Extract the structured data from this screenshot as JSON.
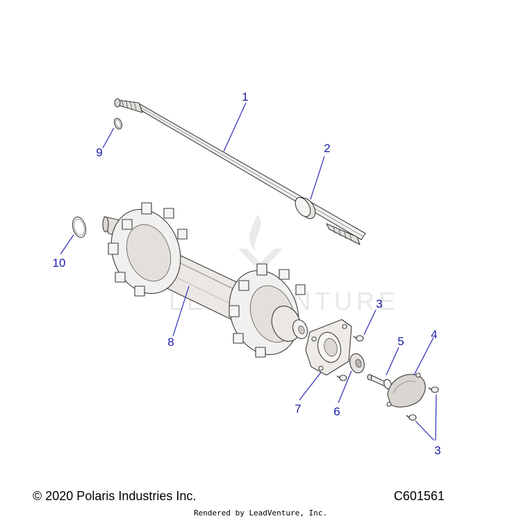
{
  "callouts": {
    "c1": "1",
    "c2": "2",
    "c3a": "3",
    "c3b": "3",
    "c4": "4",
    "c5": "5",
    "c6": "6",
    "c7": "7",
    "c8": "8",
    "c9": "9",
    "c10": "10"
  },
  "watermark": {
    "text": "LEADVENTURE"
  },
  "footer": {
    "copyright": "© 2020 Polaris Industries Inc.",
    "figure_code": "C601561",
    "rendered_by": "Rendered by LeadVenture, Inc."
  },
  "colors": {
    "callout": "#1a1aa6",
    "part_fill": "#f2f0ee",
    "part_shade": "#d9d6d2",
    "outline": "#3a3a3a"
  }
}
